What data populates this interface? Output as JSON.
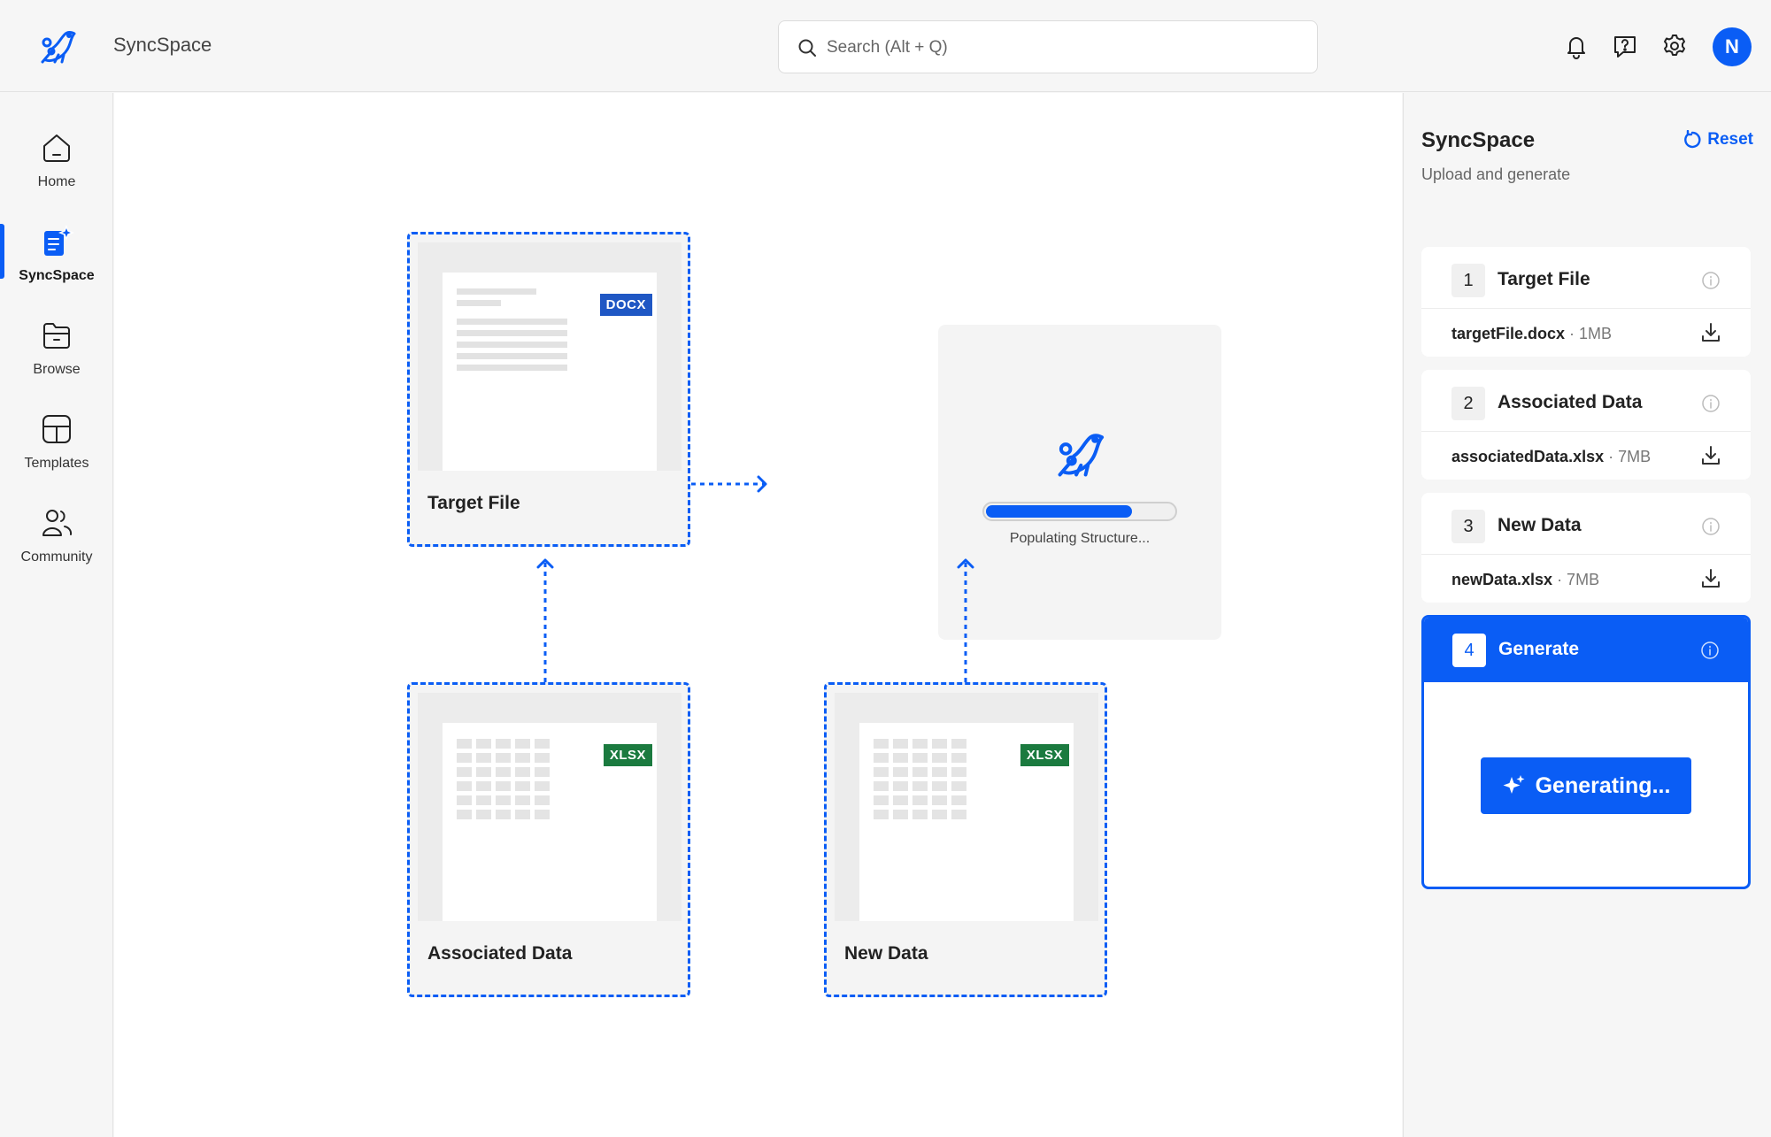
{
  "header": {
    "app_name": "SyncSpace",
    "search_placeholder": "Search (Alt + Q)",
    "avatar_initial": "N"
  },
  "sidebar": {
    "items": [
      {
        "label": "Home",
        "icon": "home-icon"
      },
      {
        "label": "SyncSpace",
        "icon": "syncspace-icon",
        "active": true
      },
      {
        "label": "Browse",
        "icon": "folder-icon"
      },
      {
        "label": "Templates",
        "icon": "template-icon"
      },
      {
        "label": "Community",
        "icon": "users-icon"
      }
    ]
  },
  "canvas": {
    "target_file": {
      "label": "Target File",
      "badge": "DOCX"
    },
    "associated_data": {
      "label": "Associated Data",
      "badge": "XLSX"
    },
    "new_data": {
      "label": "New Data",
      "badge": "XLSX"
    },
    "processing": {
      "status": "Populating Structure...",
      "progress": 0.78
    }
  },
  "panel": {
    "title": "SyncSpace",
    "subtitle": "Upload and generate",
    "reset_label": "Reset",
    "steps": [
      {
        "num": "1",
        "title": "Target File",
        "file": "targetFile.docx",
        "size": " · 1MB"
      },
      {
        "num": "2",
        "title": "Associated Data",
        "file": "associatedData.xlsx",
        "size": " · 7MB"
      },
      {
        "num": "3",
        "title": "New Data",
        "file": "newData.xlsx",
        "size": " · 7MB"
      }
    ],
    "generate": {
      "num": "4",
      "title": "Generate",
      "button_label": "Generating..."
    }
  },
  "colors": {
    "accent": "#0a5df5",
    "docx_badge": "#1f57c4",
    "xlsx_badge": "#1b7a3f"
  }
}
